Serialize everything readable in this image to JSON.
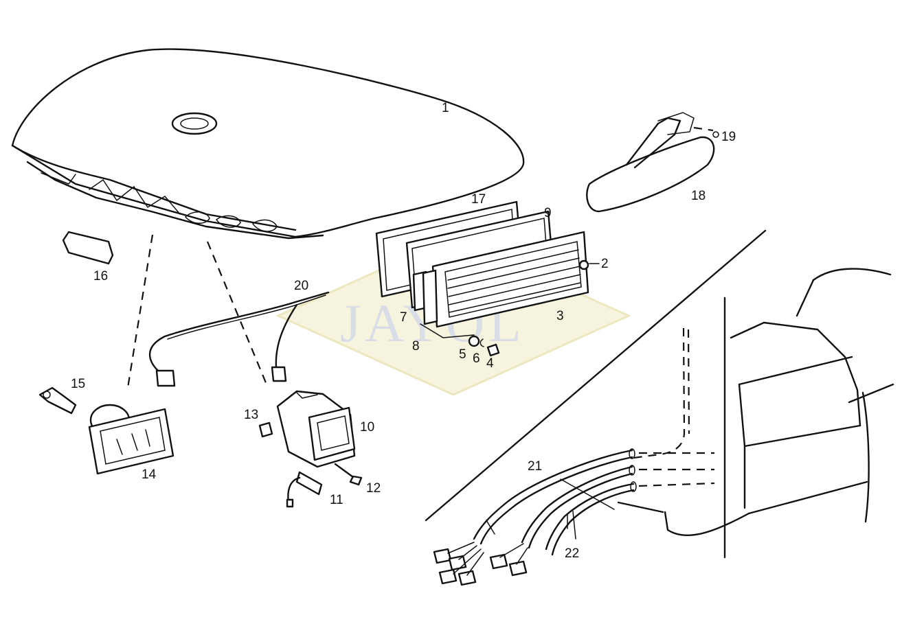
{
  "watermark": {
    "text": "JAYOL",
    "color": "#d9dee6",
    "diamond_color": "#f3f1d6"
  },
  "callouts": [
    "1",
    "2",
    "3",
    "4",
    "5",
    "6",
    "7",
    "8",
    "9",
    "10",
    "11",
    "12",
    "13",
    "14",
    "15",
    "16",
    "17",
    "18",
    "19",
    "20",
    "21",
    "22"
  ]
}
